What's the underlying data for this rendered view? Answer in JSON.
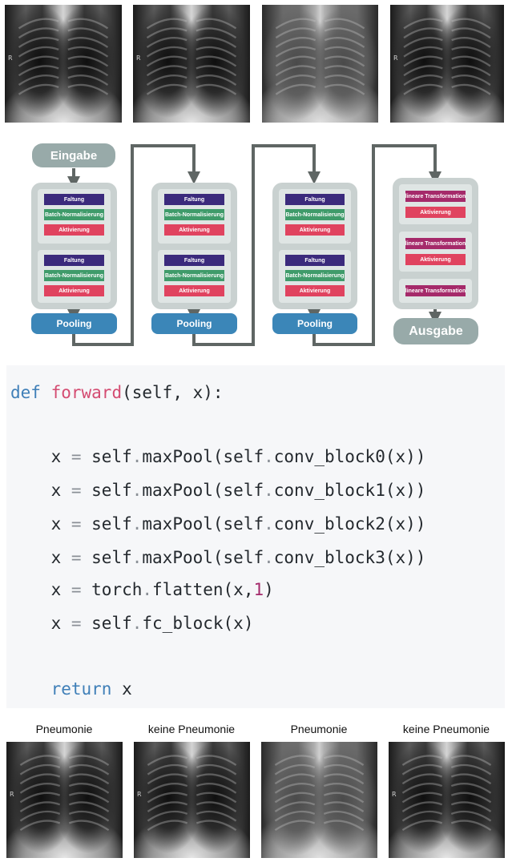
{
  "top_images": [
    {
      "marker": "R"
    },
    {
      "marker": "R"
    },
    {
      "marker": ""
    },
    {
      "marker": "R"
    }
  ],
  "diagram": {
    "input_label": "Eingabe",
    "output_label": "Ausgabe",
    "pooling_label": "Pooling",
    "conv_layers": [
      "Faltung",
      "Batch-Normalisierung",
      "Aktivierung"
    ],
    "fc_layers": {
      "linear": "lineare Transformation",
      "activation": "Aktivierung"
    },
    "colors": {
      "conv": "#3b2a7c",
      "batch_norm": "#3f9b6a",
      "activation": "#e0435f",
      "linear": "#a52a6a",
      "pooling": "#3b86b8",
      "block_bg": "#c9d1d0",
      "pill": "#98aaa9",
      "connector": "#5f6664"
    }
  },
  "code": {
    "lines": [
      [
        {
          "t": "def",
          "c": "kw"
        },
        {
          "t": " "
        },
        {
          "t": "forward",
          "c": "fn"
        },
        {
          "t": "(self, x):"
        }
      ],
      [],
      [
        {
          "t": "    x "
        },
        {
          "t": "=",
          "c": "op"
        },
        {
          "t": " self"
        },
        {
          "t": ".",
          "c": "op"
        },
        {
          "t": "maxPool(self"
        },
        {
          "t": ".",
          "c": "op"
        },
        {
          "t": "conv_block0(x))"
        }
      ],
      [
        {
          "t": "    x "
        },
        {
          "t": "=",
          "c": "op"
        },
        {
          "t": " self"
        },
        {
          "t": ".",
          "c": "op"
        },
        {
          "t": "maxPool(self"
        },
        {
          "t": ".",
          "c": "op"
        },
        {
          "t": "conv_block1(x))"
        }
      ],
      [
        {
          "t": "    x "
        },
        {
          "t": "=",
          "c": "op"
        },
        {
          "t": " self"
        },
        {
          "t": ".",
          "c": "op"
        },
        {
          "t": "maxPool(self"
        },
        {
          "t": ".",
          "c": "op"
        },
        {
          "t": "conv_block2(x))"
        }
      ],
      [
        {
          "t": "    x "
        },
        {
          "t": "=",
          "c": "op"
        },
        {
          "t": " self"
        },
        {
          "t": ".",
          "c": "op"
        },
        {
          "t": "maxPool(self"
        },
        {
          "t": ".",
          "c": "op"
        },
        {
          "t": "conv_block3(x))"
        }
      ],
      [
        {
          "t": "    x "
        },
        {
          "t": "=",
          "c": "op"
        },
        {
          "t": " torch"
        },
        {
          "t": ".",
          "c": "op"
        },
        {
          "t": "flatten(x,"
        },
        {
          "t": "1",
          "c": "num"
        },
        {
          "t": ")"
        }
      ],
      [
        {
          "t": "    x "
        },
        {
          "t": "=",
          "c": "op"
        },
        {
          "t": " self"
        },
        {
          "t": ".",
          "c": "op"
        },
        {
          "t": "fc_block(x)"
        }
      ],
      [],
      [
        {
          "t": "    "
        },
        {
          "t": "return",
          "c": "kw"
        },
        {
          "t": " x"
        }
      ]
    ]
  },
  "bottom_images": [
    {
      "label": "Pneumonie",
      "marker": "R"
    },
    {
      "label": "keine Pneumonie",
      "marker": "R"
    },
    {
      "label": "Pneumonie",
      "marker": ""
    },
    {
      "label": "keine Pneumonie",
      "marker": "R"
    }
  ]
}
